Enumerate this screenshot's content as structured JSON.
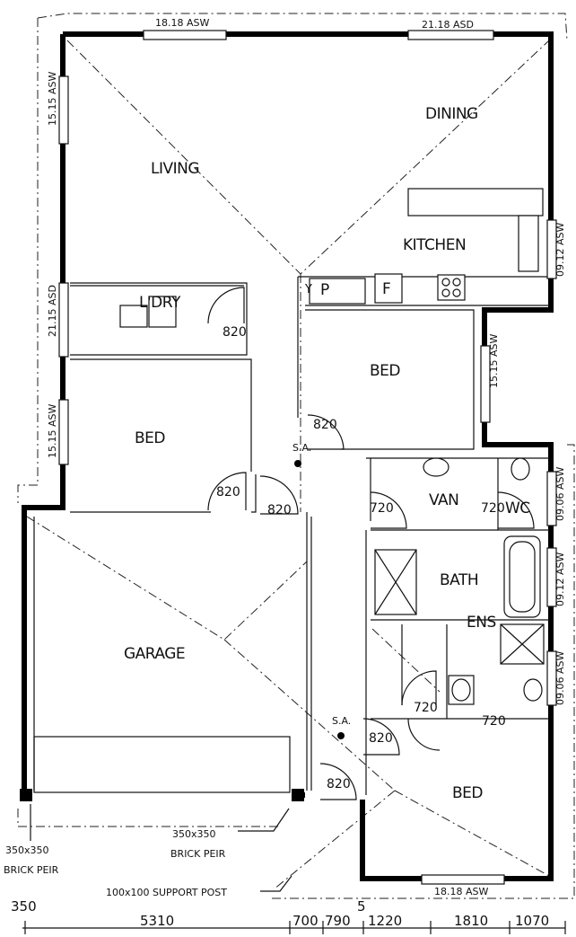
{
  "rooms": {
    "living": "LIVING",
    "dining": "DINING",
    "kitchen": "KITCHEN",
    "laundry": "L'DRY",
    "bed_mid": "BED",
    "bed_left": "BED",
    "van": "VAN",
    "wc": "WC",
    "bath": "BATH",
    "ens": "ENS",
    "garage": "GARAGE",
    "bed_bottom": "BED"
  },
  "kitchen_fixtures": {
    "pantry_y": "Y",
    "pantry_p": "P",
    "fridge": "F"
  },
  "doors": {
    "laundry": "820",
    "bed_mid": "820",
    "bed_left": "820",
    "hall": "820",
    "van": "720",
    "wc": "720",
    "ens_a": "720",
    "ens_b": "720",
    "hall_bottom_a": "820",
    "hall_bottom_b": "820"
  },
  "windows": {
    "top_left": "18.18 ASW",
    "top_right": "21.18 ASD",
    "left_top": "15.15 ASW",
    "left_mid": "21.15 ASD",
    "left_low": "15.15 ASW",
    "right_kitchen": "09.12 ASW",
    "right_bed": "15.15 ASW",
    "right_wc": "09.06 ASW",
    "right_bath": "09.12 ASW",
    "right_ens": "09.06 ASW",
    "bottom_bed": "18.18 ASW"
  },
  "annotations": {
    "sa_upper": "S.A.",
    "sa_lower": "S.A.",
    "brick_peir_center": "350x350",
    "brick_peir_center_sub": "BRICK PEIR",
    "brick_peir_left": "350x350",
    "brick_peir_left_sub": "BRICK PEIR",
    "support_post": "100x100 SUPPORT POST"
  },
  "bottom_dims": {
    "left_350": "350",
    "mid_5": "5",
    "d5310": "5310",
    "d700": "700",
    "d790": "790",
    "d1220": "1220",
    "d1810": "1810",
    "d1070": "1070"
  }
}
